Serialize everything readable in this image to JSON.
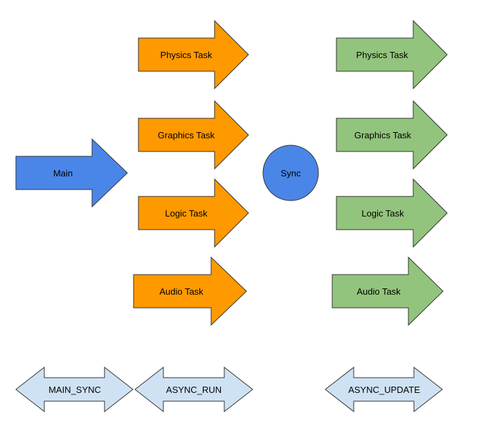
{
  "colors": {
    "main": "#4a86e8",
    "async_run": "#ff9900",
    "async_update": "#93c47d",
    "phase": "#cfe2f3",
    "sync": "#4a86e8"
  },
  "main_arrow": {
    "label": "Main"
  },
  "sync_node": {
    "label": "Sync"
  },
  "run_tasks": [
    {
      "label": "Physics Task"
    },
    {
      "label": "Graphics Task"
    },
    {
      "label": "Logic Task"
    },
    {
      "label": "Audio Task"
    }
  ],
  "update_tasks": [
    {
      "label": "Physics Task"
    },
    {
      "label": "Graphics Task"
    },
    {
      "label": "Logic Task"
    },
    {
      "label": "Audio Task"
    }
  ],
  "phases": [
    {
      "label": "MAIN_SYNC"
    },
    {
      "label": "ASYNC_RUN"
    },
    {
      "label": "ASYNC_UPDATE"
    }
  ]
}
